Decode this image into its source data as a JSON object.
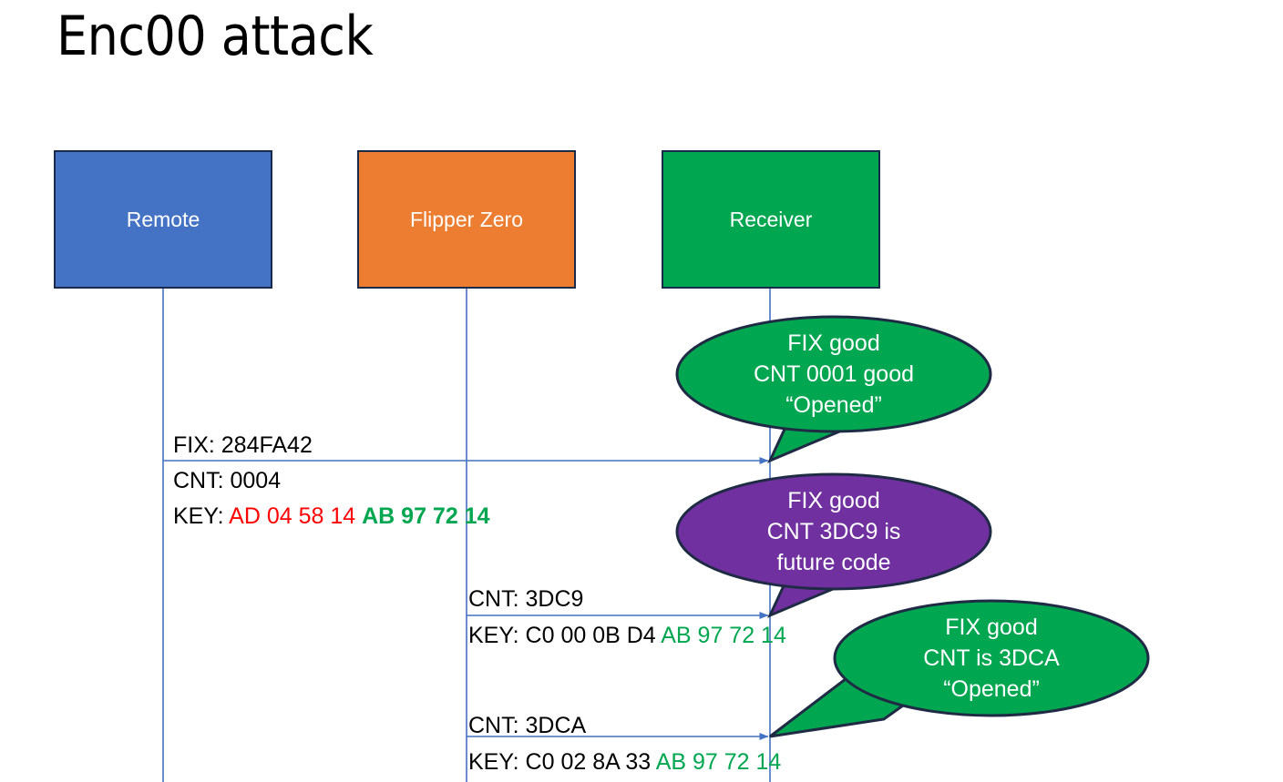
{
  "slide": {
    "title": "Enc00 attack",
    "background": "#ffffff"
  },
  "colors": {
    "remote_blue": "#4472C4",
    "flipper_orange": "#ED7D31",
    "receiver_green": "#00A650",
    "bubble_green": "#00A650",
    "bubble_purple": "#7030A0",
    "bubble_border": "#1F2A44",
    "box_border": "#1A2A4A",
    "lifeline": "#4472C4",
    "arrow": "#4472C4",
    "key_red": "#FF0000",
    "key_green": "#00A650",
    "text_black": "#000000"
  },
  "actors": [
    {
      "id": "remote",
      "label": "Remote",
      "fill": "#4472C4"
    },
    {
      "id": "flipper",
      "label": "Flipper Zero",
      "fill": "#ED7D31"
    },
    {
      "id": "receiver",
      "label": "Receiver",
      "fill": "#00A650"
    }
  ],
  "messages": [
    {
      "id": "msg-1",
      "from": "remote",
      "to": "receiver",
      "above_label": "FIX: 284FA42",
      "below_lines": [
        {
          "prefix": "CNT: 0004",
          "segments": []
        },
        {
          "prefix": "KEY: ",
          "segments": [
            {
              "text": "AD 04 58 14 ",
              "color": "key_red"
            },
            {
              "text": "AB 97 72 14",
              "color": "key_green"
            }
          ]
        }
      ]
    },
    {
      "id": "msg-2",
      "from": "flipper",
      "to": "receiver",
      "above_label": "CNT: 3DC9",
      "below_lines": [
        {
          "prefix": "KEY: C0 00 0B D4 ",
          "segments": [
            {
              "text": "AB 97 72 14",
              "color": "key_green"
            }
          ]
        }
      ]
    },
    {
      "id": "msg-3",
      "from": "flipper",
      "to": "receiver",
      "above_label": "CNT: 3DCA",
      "below_lines": [
        {
          "prefix": "KEY: C0 02 8A 33 ",
          "segments": [
            {
              "text": "AB 97 72 14",
              "color": "key_green"
            }
          ]
        }
      ]
    }
  ],
  "callouts": [
    {
      "id": "callout-1",
      "fill": "#00A650",
      "lines": [
        "FIX good",
        "CNT 0001 good",
        "“Opened”"
      ]
    },
    {
      "id": "callout-2",
      "fill": "#7030A0",
      "lines": [
        "FIX good",
        "CNT 3DC9 is",
        "future code"
      ]
    },
    {
      "id": "callout-3",
      "fill": "#00A650",
      "lines": [
        "FIX good",
        "CNT is 3DCA",
        "“Opened”"
      ]
    }
  ]
}
